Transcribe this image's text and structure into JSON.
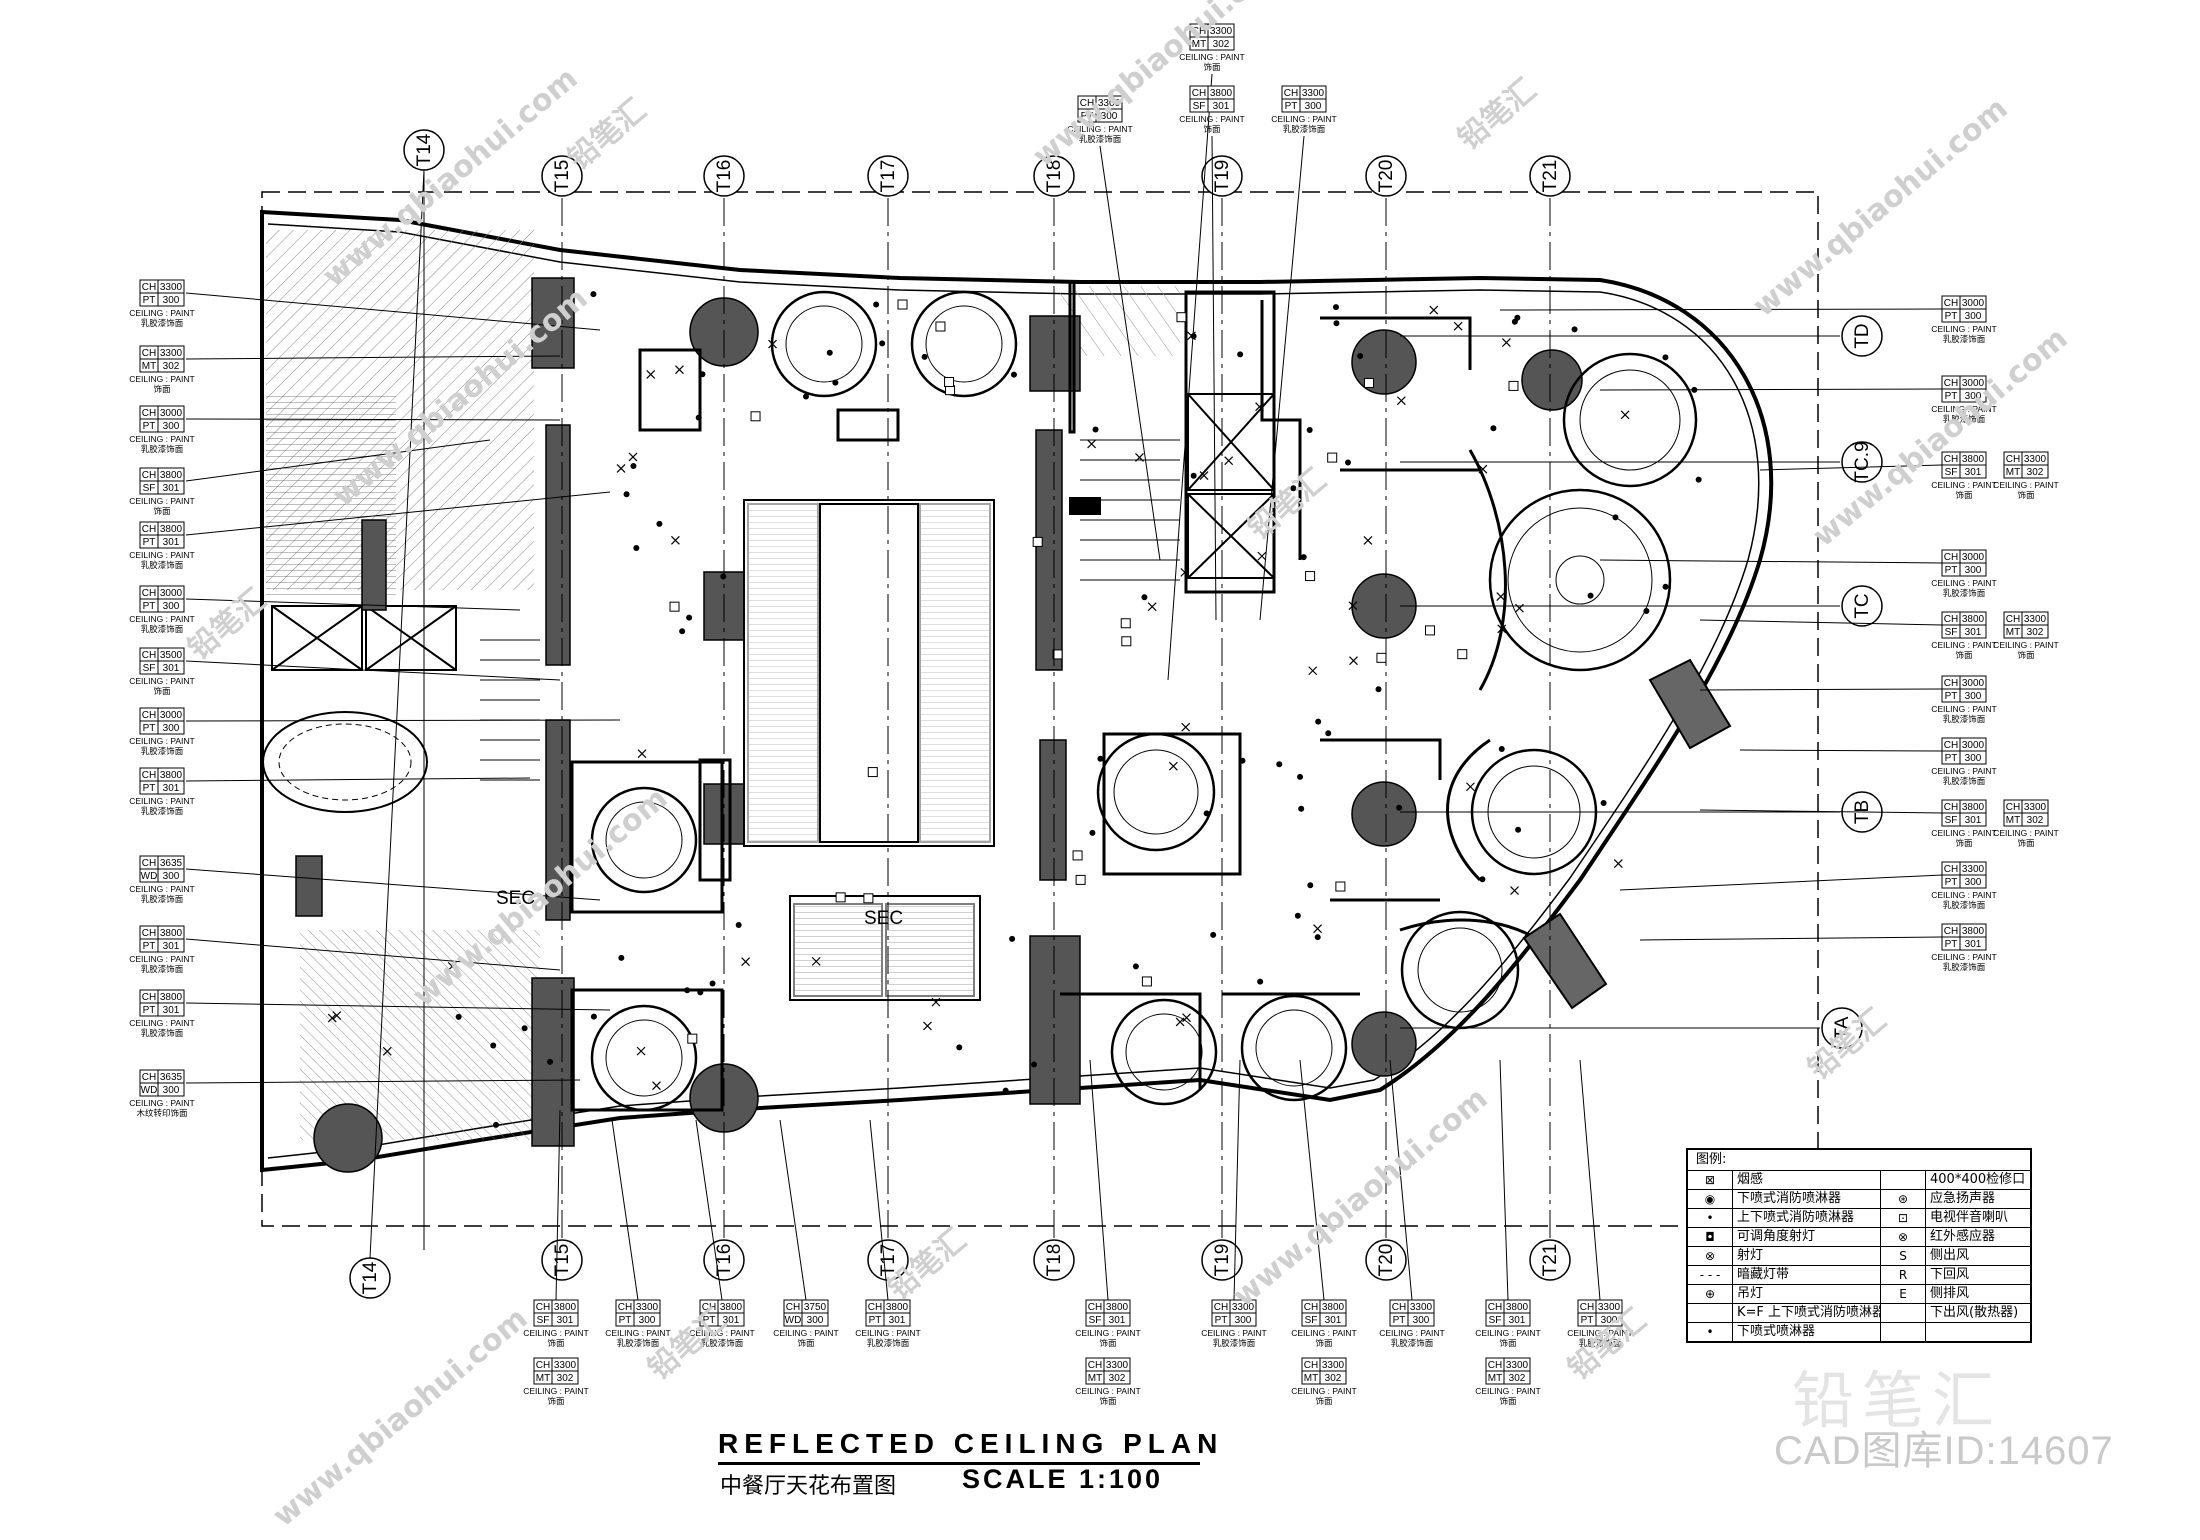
{
  "title": {
    "main": "REFLECTED  CEILING  PLAN",
    "sub": "中餐厅天花布置图",
    "scale": "SCALE 1:100"
  },
  "grid_axes": {
    "top": [
      "T14",
      "T15",
      "T16",
      "T17",
      "T18",
      "T19",
      "T20",
      "T21"
    ],
    "bottom": [
      "T14",
      "T15",
      "T16",
      "T17",
      "T18",
      "T19",
      "T20",
      "T21"
    ],
    "right": [
      "TD",
      "TC.9",
      "TC",
      "TB",
      "TA"
    ]
  },
  "left_tags": [
    {
      "rows": [
        [
          "CH",
          "3300"
        ],
        [
          "PT",
          "300"
        ]
      ],
      "cap": [
        "CEILING : PAINT",
        "乳胶漆饰面"
      ]
    },
    {
      "rows": [
        [
          "CH",
          "3300"
        ],
        [
          "MT",
          "302"
        ]
      ],
      "cap": [
        "CEILING : PAINT",
        "饰面"
      ]
    },
    {
      "rows": [
        [
          "CH",
          "3000"
        ],
        [
          "PT",
          "300"
        ]
      ],
      "cap": [
        "CEILING : PAINT",
        "乳胶漆饰面"
      ]
    },
    {
      "rows": [
        [
          "CH",
          "3800"
        ],
        [
          "SF",
          "301"
        ]
      ],
      "cap": [
        "CEILING : PAINT",
        "饰面"
      ]
    },
    {
      "rows": [
        [
          "CH",
          "3800"
        ],
        [
          "PT",
          "301"
        ]
      ],
      "cap": [
        "CEILING : PAINT",
        "乳胶漆饰面"
      ]
    },
    {
      "rows": [
        [
          "CH",
          "3000"
        ],
        [
          "PT",
          "300"
        ]
      ],
      "cap": [
        "CEILING : PAINT",
        "乳胶漆饰面"
      ]
    },
    {
      "rows": [
        [
          "CH",
          "3500"
        ],
        [
          "SF",
          "301"
        ]
      ],
      "cap": [
        "CEILING : PAINT",
        "饰面"
      ]
    },
    {
      "rows": [
        [
          "CH",
          "3000"
        ],
        [
          "PT",
          "300"
        ]
      ],
      "cap": [
        "CEILING : PAINT",
        "乳胶漆饰面"
      ]
    },
    {
      "rows": [
        [
          "CH",
          "3800"
        ],
        [
          "PT",
          "301"
        ]
      ],
      "cap": [
        "CEILING : PAINT",
        "乳胶漆饰面"
      ]
    },
    {
      "rows": [
        [
          "CH",
          "3635"
        ],
        [
          "WD",
          "300"
        ]
      ],
      "cap": [
        "CEILING : PAINT",
        "乳胶漆饰面"
      ]
    },
    {
      "rows": [
        [
          "CH",
          "3800"
        ],
        [
          "PT",
          "301"
        ]
      ],
      "cap": [
        "CEILING : PAINT",
        "乳胶漆饰面"
      ]
    },
    {
      "rows": [
        [
          "CH",
          "3800"
        ],
        [
          "PT",
          "301"
        ]
      ],
      "cap": [
        "CEILING : PAINT",
        "乳胶漆饰面"
      ]
    },
    {
      "rows": [
        [
          "CH",
          "3635"
        ],
        [
          "WD",
          "300"
        ]
      ],
      "cap": [
        "CEILING : PAINT",
        "木纹转印饰面"
      ]
    }
  ],
  "right_tags": [
    {
      "rows": [
        [
          "CH",
          "3000"
        ],
        [
          "PT",
          "300"
        ]
      ],
      "cap": [
        "CEILING : PAINT",
        "乳胶漆饰面"
      ]
    },
    {
      "rows": [
        [
          "CH",
          "3000"
        ],
        [
          "PT",
          "300"
        ]
      ],
      "cap": [
        "CEILING : PAINT",
        "乳胶漆饰面"
      ]
    },
    {
      "rows": [
        [
          "CH",
          "3800"
        ],
        [
          "SF",
          "301"
        ]
      ],
      "cap": [
        "CEILING : PAINT",
        "饰面"
      ],
      "rows2": [
        [
          "CH",
          "3300"
        ],
        [
          "MT",
          "302"
        ]
      ],
      "cap2": [
        "CEILING : PAINT",
        "饰面"
      ]
    },
    {
      "rows": [
        [
          "CH",
          "3000"
        ],
        [
          "PT",
          "300"
        ]
      ],
      "cap": [
        "CEILING : PAINT",
        "乳胶漆饰面"
      ]
    },
    {
      "rows": [
        [
          "CH",
          "3800"
        ],
        [
          "SF",
          "301"
        ]
      ],
      "cap": [
        "CEILING : PAINT",
        "饰面"
      ],
      "rows2": [
        [
          "CH",
          "3300"
        ],
        [
          "MT",
          "302"
        ]
      ],
      "cap2": [
        "CEILING : PAINT",
        "饰面"
      ]
    },
    {
      "rows": [
        [
          "CH",
          "3000"
        ],
        [
          "PT",
          "300"
        ]
      ],
      "cap": [
        "CEILING : PAINT",
        "乳胶漆饰面"
      ]
    },
    {
      "rows": [
        [
          "CH",
          "3000"
        ],
        [
          "PT",
          "300"
        ]
      ],
      "cap": [
        "CEILING : PAINT",
        "乳胶漆饰面"
      ]
    },
    {
      "rows": [
        [
          "CH",
          "3800"
        ],
        [
          "SF",
          "301"
        ]
      ],
      "cap": [
        "CEILING : PAINT",
        "饰面"
      ],
      "rows2": [
        [
          "CH",
          "3300"
        ],
        [
          "MT",
          "302"
        ]
      ],
      "cap2": [
        "CEILING : PAINT",
        "饰面"
      ]
    },
    {
      "rows": [
        [
          "CH",
          "3300"
        ],
        [
          "PT",
          "300"
        ]
      ],
      "cap": [
        "CEILING : PAINT",
        "乳胶漆饰面"
      ]
    },
    {
      "rows": [
        [
          "CH",
          "3800"
        ],
        [
          "PT",
          "301"
        ]
      ],
      "cap": [
        "CEILING : PAINT",
        "乳胶漆饰面"
      ]
    }
  ],
  "top_tags": [
    {
      "rows": [
        [
          "CH",
          "3300"
        ],
        [
          "PT",
          "300"
        ]
      ],
      "cap": [
        "CEILING : PAINT",
        "乳胶漆饰面"
      ]
    },
    {
      "rows": [
        [
          "CH",
          "3300"
        ],
        [
          "MT",
          "302"
        ]
      ],
      "cap": [
        "CEILING : PAINT",
        "饰面"
      ]
    },
    {
      "rows": [
        [
          "CH",
          "3800"
        ],
        [
          "SF",
          "301"
        ]
      ],
      "cap": [
        "CEILING : PAINT",
        "饰面"
      ]
    },
    {
      "rows": [
        [
          "CH",
          "3300"
        ],
        [
          "PT",
          "300"
        ]
      ],
      "cap": [
        "CEILING : PAINT",
        "乳胶漆饰面"
      ]
    }
  ],
  "bottom_tags": [
    {
      "rows": [
        [
          "CH",
          "3800"
        ],
        [
          "SF",
          "301"
        ]
      ],
      "cap": [
        "CEILING : PAINT",
        "饰面"
      ],
      "rows2": [
        [
          "CH",
          "3300"
        ],
        [
          "MT",
          "302"
        ]
      ],
      "cap2": [
        "CEILING : PAINT",
        "饰面"
      ]
    },
    {
      "rows": [
        [
          "CH",
          "3300"
        ],
        [
          "PT",
          "300"
        ]
      ],
      "cap": [
        "CEILING : PAINT",
        "乳胶漆饰面"
      ]
    },
    {
      "rows": [
        [
          "CH",
          "3800"
        ],
        [
          "PT",
          "301"
        ]
      ],
      "cap": [
        "CEILING : PAINT",
        "乳胶漆饰面"
      ]
    },
    {
      "rows": [
        [
          "CH",
          "3750"
        ],
        [
          "WD",
          "300"
        ]
      ],
      "cap": [
        "CEILING : PAINT",
        "饰面"
      ]
    },
    {
      "rows": [
        [
          "CH",
          "3800"
        ],
        [
          "PT",
          "301"
        ]
      ],
      "cap": [
        "CEILING : PAINT",
        "乳胶漆饰面"
      ]
    },
    {
      "rows": [
        [
          "CH",
          "3800"
        ],
        [
          "SF",
          "301"
        ]
      ],
      "cap": [
        "CEILING : PAINT",
        "饰面"
      ],
      "rows2": [
        [
          "CH",
          "3300"
        ],
        [
          "MT",
          "302"
        ]
      ],
      "cap2": [
        "CEILING : PAINT",
        "饰面"
      ]
    },
    {
      "rows": [
        [
          "CH",
          "3300"
        ],
        [
          "PT",
          "300"
        ]
      ],
      "cap": [
        "CEILING : PAINT",
        "乳胶漆饰面"
      ]
    },
    {
      "rows": [
        [
          "CH",
          "3800"
        ],
        [
          "SF",
          "301"
        ]
      ],
      "cap": [
        "CEILING : PAINT",
        "饰面"
      ],
      "rows2": [
        [
          "CH",
          "3300"
        ],
        [
          "MT",
          "302"
        ]
      ],
      "cap2": [
        "CEILING : PAINT",
        "饰面"
      ]
    },
    {
      "rows": [
        [
          "CH",
          "3300"
        ],
        [
          "PT",
          "300"
        ]
      ],
      "cap": [
        "CEILING : PAINT",
        "乳胶漆饰面"
      ]
    },
    {
      "rows": [
        [
          "CH",
          "3800"
        ],
        [
          "SF",
          "301"
        ]
      ],
      "cap": [
        "CEILING : PAINT",
        "饰面"
      ],
      "rows2": [
        [
          "CH",
          "3300"
        ],
        [
          "MT",
          "302"
        ]
      ],
      "cap2": [
        "CEILING : PAINT",
        "饰面"
      ]
    },
    {
      "rows": [
        [
          "CH",
          "3300"
        ],
        [
          "PT",
          "300"
        ]
      ],
      "cap": [
        "CEILING : PAINT",
        "乳胶漆饰面"
      ]
    }
  ],
  "legend": {
    "header": "图例:",
    "rows": [
      {
        "sym": "⊠",
        "text": "烟感",
        "sym2": "",
        "text2": "400*400检修口"
      },
      {
        "sym": "◉",
        "text": "下喷式消防喷淋器",
        "sym2": "⊛",
        "text2": "应急扬声器"
      },
      {
        "sym": "•",
        "text": "上下喷式消防喷淋器",
        "sym2": "⊡",
        "text2": "电视伴音喇叭"
      },
      {
        "sym": "◘",
        "text": "可调角度射灯",
        "sym2": "⊗",
        "text2": "红外感应器"
      },
      {
        "sym": "⊗",
        "text": "射灯",
        "sym2": "S",
        "text2": "侧出风"
      },
      {
        "sym": "- - -",
        "text": "暗藏灯带",
        "sym2": "R",
        "text2": "下回风"
      },
      {
        "sym": "⊕",
        "text": "吊灯",
        "sym2": "E",
        "text2": "侧排风"
      },
      {
        "sym": "",
        "text": "K=F 上下喷式消防喷淋器",
        "sym2": "",
        "text2": "下出风(散热器)"
      },
      {
        "sym": "•",
        "text": "下喷式喷淋器",
        "sym2": "",
        "text2": ""
      }
    ]
  },
  "watermarks": {
    "site": "www.qbiaohui.com",
    "brand": "铅笔汇",
    "logo": "铅笔汇",
    "id_text": "CAD图库ID:14607"
  },
  "symbols": {
    "sec": "SEC",
    "sections": [
      "S",
      "R",
      "E",
      "F"
    ]
  }
}
